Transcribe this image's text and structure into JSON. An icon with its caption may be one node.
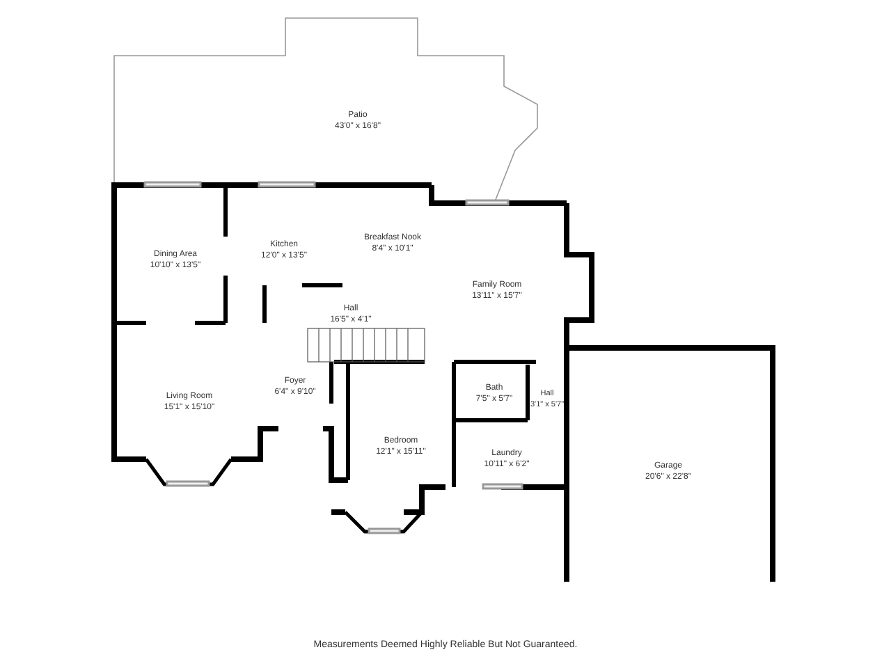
{
  "diagram": {
    "labels": [
      "Patio",
      "43'0\" x 16'8\"",
      "Dining Area",
      "10'10\" x 13'5\"",
      "Kitchen",
      "12'0\" x 13'5\"",
      "Breakfast Nook",
      "8'4\" x 10'1\"",
      "Family Room",
      "13'11\" x 15'7\"",
      "Hall",
      "16'5\" x 4'1\"",
      "Living Room",
      "15'1\" x 15'10\"",
      "Foyer",
      "6'4\" x 9'10\"",
      "Bath",
      "7'5\" x 5'7\"",
      "Hall",
      "3'1\" x 5'7\"",
      "Bedroom",
      "12'1\" x 15'11\"",
      "Laundry",
      "10'11\" x 6'2\"",
      "Garage",
      "20'6\" x 22'8\"",
      "Measurements Deemed Highly Reliable But Not Guaranteed."
    ]
  }
}
